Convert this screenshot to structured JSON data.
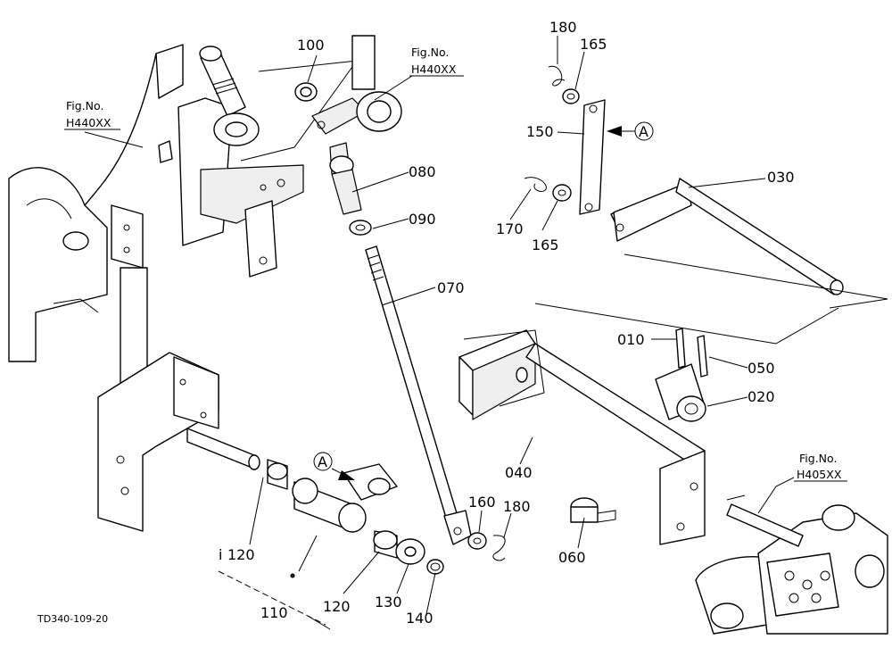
{
  "drawing_code": "TD340-109-20",
  "fig_refs": {
    "top_left": {
      "prefix": "Fig.No.",
      "number": "H440XX"
    },
    "top_center": {
      "prefix": "Fig.No.",
      "number": "H440XX"
    },
    "bottom_right": {
      "prefix": "Fig.No.",
      "number": "H405XX"
    }
  },
  "callouts": {
    "p010": "010",
    "p020": "020",
    "p030": "030",
    "p040": "040",
    "p050": "050",
    "p060": "060",
    "p070": "070",
    "p080": "080",
    "p090": "090",
    "p100": "100",
    "p110": "110",
    "p120a": "120",
    "p120b": "120",
    "p130": "130",
    "p140": "140",
    "p150": "150",
    "p160": "160",
    "p165a": "165",
    "p165b": "165",
    "p170": "170",
    "p180a": "180",
    "p180b": "180"
  },
  "index_mark": "i",
  "ref_marks": {
    "top": "A",
    "bottom": "A"
  }
}
